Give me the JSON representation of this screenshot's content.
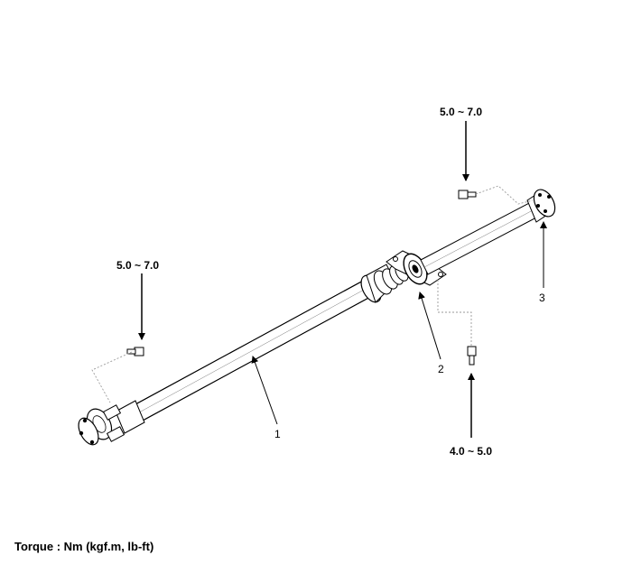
{
  "torque_labels": {
    "top_right": "5.0 ~ 7.0",
    "left": "5.0 ~ 7.0",
    "bottom": "4.0 ~ 5.0"
  },
  "callouts": {
    "shaft": "1",
    "center_bearing": "2",
    "rear_flange": "3"
  },
  "footer": {
    "torque_units": "Torque : Nm (kgf.m, lb-ft)"
  }
}
